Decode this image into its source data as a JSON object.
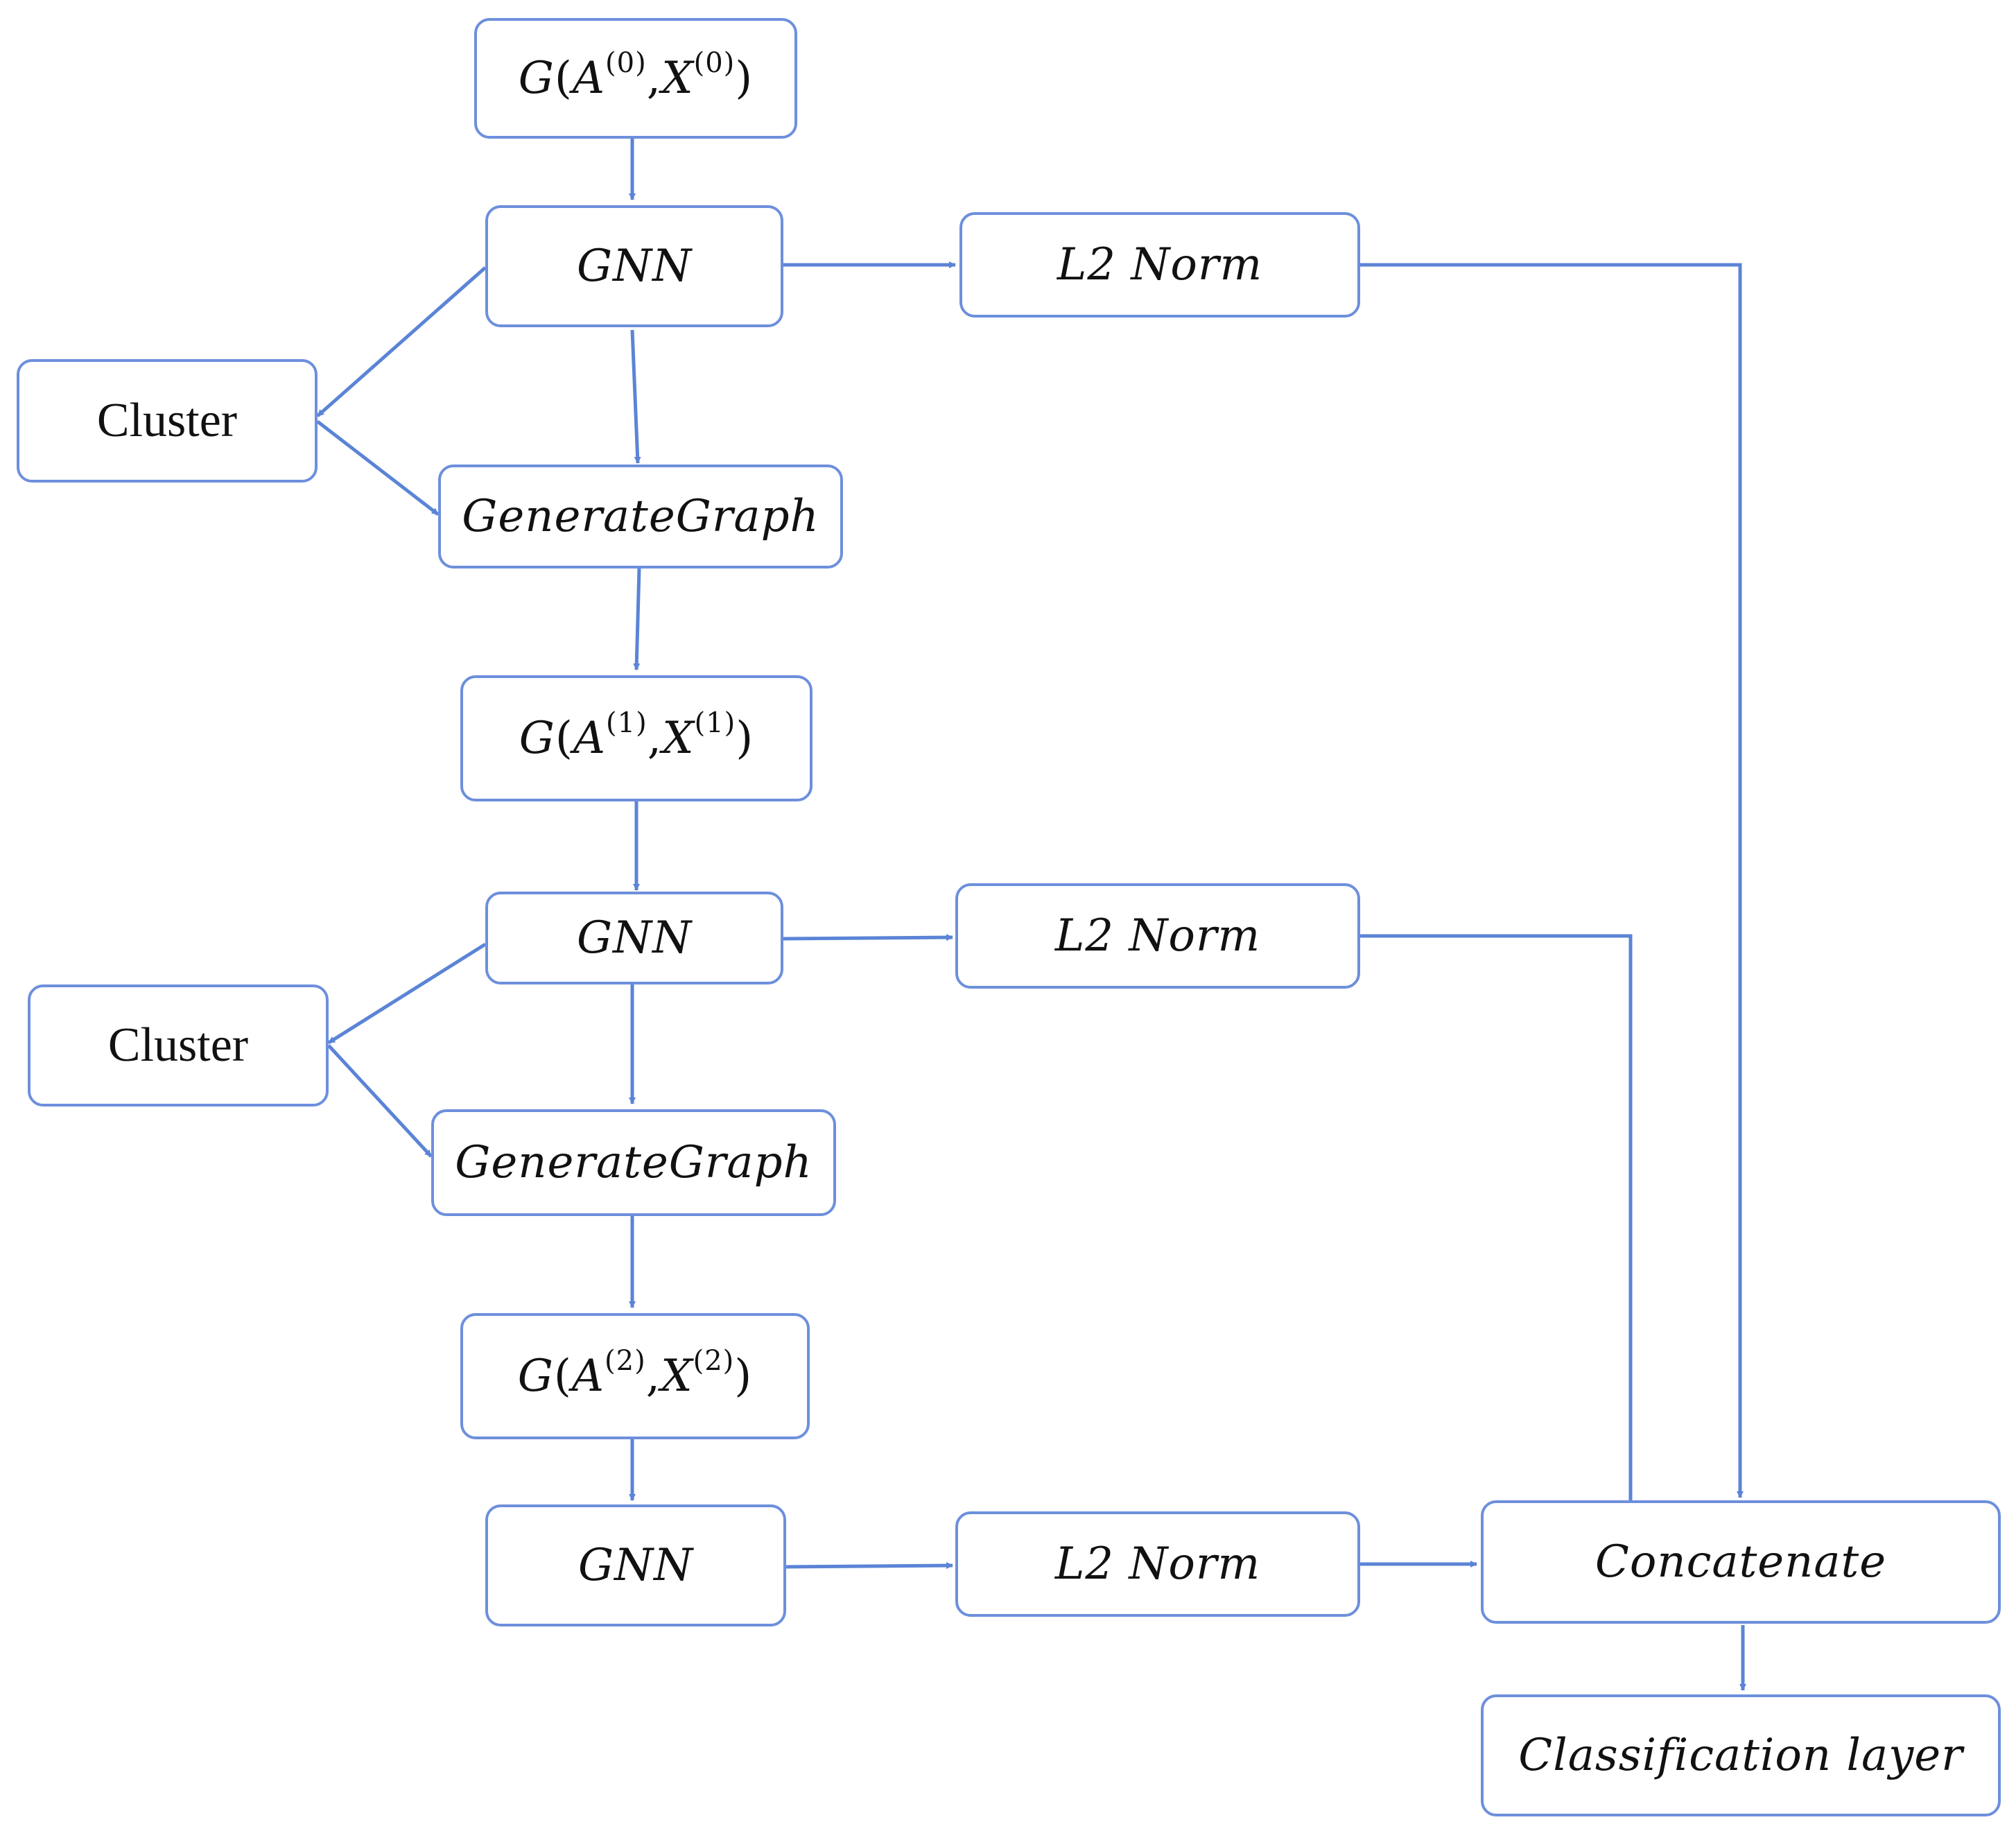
{
  "nodes": {
    "graph0": {
      "fn": "G",
      "a": "A",
      "x": "X",
      "idx": "(0)"
    },
    "gnn0": "GNN",
    "norm0": "L2 Norm",
    "cluster0": "Cluster",
    "gen0": "GenerateGraph",
    "graph1": {
      "fn": "G",
      "a": "A",
      "x": "X",
      "idx": "(1)"
    },
    "gnn1": "GNN",
    "norm1": "L2 Norm",
    "cluster1": "Cluster",
    "gen1": "GenerateGraph",
    "graph2": {
      "fn": "G",
      "a": "A",
      "x": "X",
      "idx": "(2)"
    },
    "gnn2": "GNN",
    "norm2": "L2 Norm",
    "concat": "Concatenate",
    "classify": "Classification layer"
  },
  "colors": {
    "edge": "#5b84d6",
    "border": "#6d8fdc",
    "text": "#111111"
  }
}
